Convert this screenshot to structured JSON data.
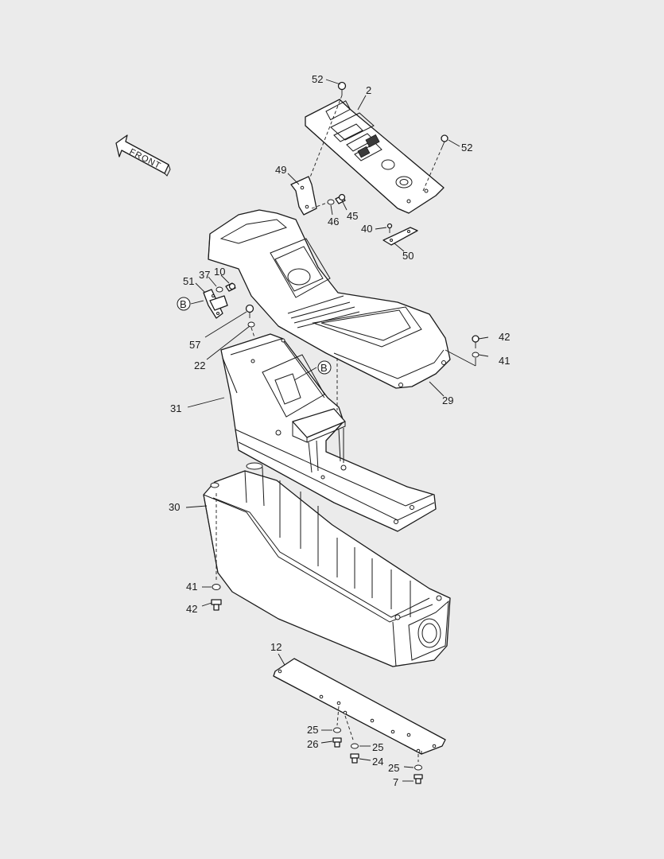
{
  "front_arrow": {
    "text": "FRONT"
  },
  "callouts": {
    "c52a": "52",
    "c2": "2",
    "c52b": "52",
    "c49": "49",
    "c46": "46",
    "c45": "45",
    "c40": "40",
    "c50": "50",
    "c51": "51",
    "c37": "37",
    "c10": "10",
    "c57": "57",
    "c22": "22",
    "c42a": "42",
    "c41a": "41",
    "c29": "29",
    "c31": "31",
    "c30": "30",
    "c41b": "41",
    "c42b": "42",
    "c12": "12",
    "c25a": "25",
    "c26": "26",
    "c25b": "25",
    "c24": "24",
    "c25c": "25",
    "c7": "7"
  },
  "reference_markers": {
    "b1": "B",
    "b2": "B"
  }
}
